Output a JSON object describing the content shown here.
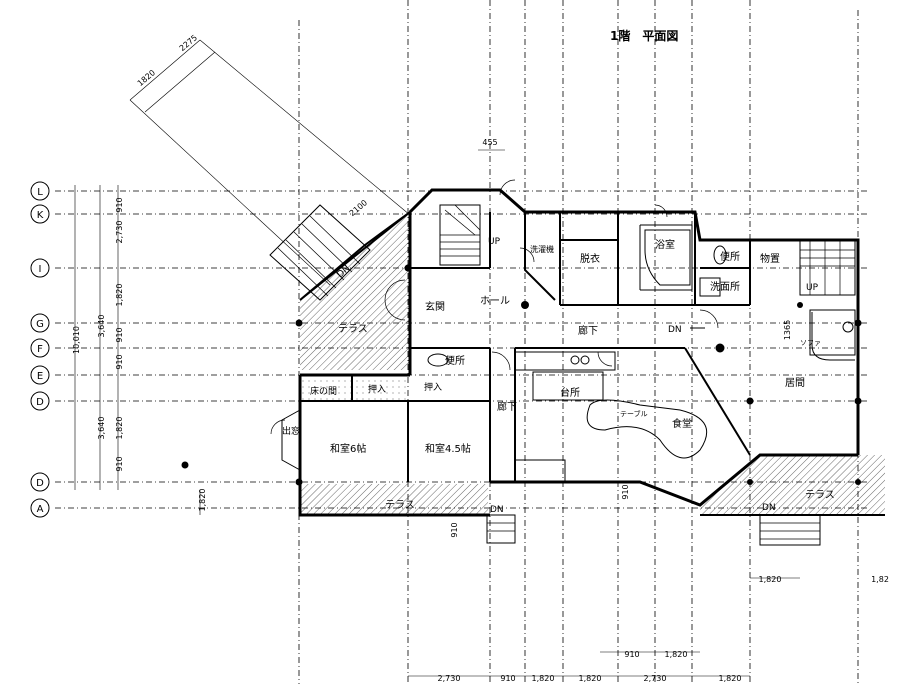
{
  "title": "1階　平面図",
  "rooms": {
    "terrace_left": "テラス",
    "genkan": "玄関",
    "hall": "ホール",
    "toilet_left": "便所",
    "kitchen": "台所",
    "corridor": "廊下",
    "corridor2": "廊下",
    "dining": "食堂",
    "living": "居間",
    "bath": "浴室",
    "dressing": "脱衣",
    "washroom": "洗面所",
    "toilet_right": "便所",
    "storage": "物置",
    "washing": "洗濯機",
    "washitsu6": "和室6帖",
    "washitsu45": "和室4.5帖",
    "tokonoma": "床の間",
    "oshiire1": "押入",
    "oshiire2": "押入",
    "terrace_bottom": "テラス",
    "terrace_right": "テラス",
    "deguchi": "出窓",
    "table": "テーブル",
    "sofa": "ソファ"
  },
  "labels": {
    "up1": "UP",
    "up2": "UP",
    "dn1": "DN",
    "dn2": "DN",
    "dn3": "DN",
    "dn4": "DN"
  },
  "grid_axes": [
    "L",
    "K",
    "I",
    "G",
    "F",
    "E",
    "D",
    "D",
    "A"
  ],
  "dims_left_inner": [
    "910",
    "2,730",
    "1,820",
    "910",
    "910",
    "1,820",
    "910"
  ],
  "dims_left_outer": [
    "3,640",
    "10,010",
    "3,640"
  ],
  "dims_bottom": [
    "2,730",
    "910",
    "1,820",
    "1,820",
    "2,730",
    "1,820"
  ],
  "dims_bottom2": [
    "910",
    "1,820"
  ],
  "dims_misc": {
    "top": "455",
    "diag1": "1820",
    "diag2": "2275",
    "diag3": "2100",
    "stair_r": "1365",
    "right_bottom": "1,820",
    "right_bottom2": "1,82",
    "left_small": "1,820",
    "mid_small": "910",
    "mid_small2": "910"
  }
}
